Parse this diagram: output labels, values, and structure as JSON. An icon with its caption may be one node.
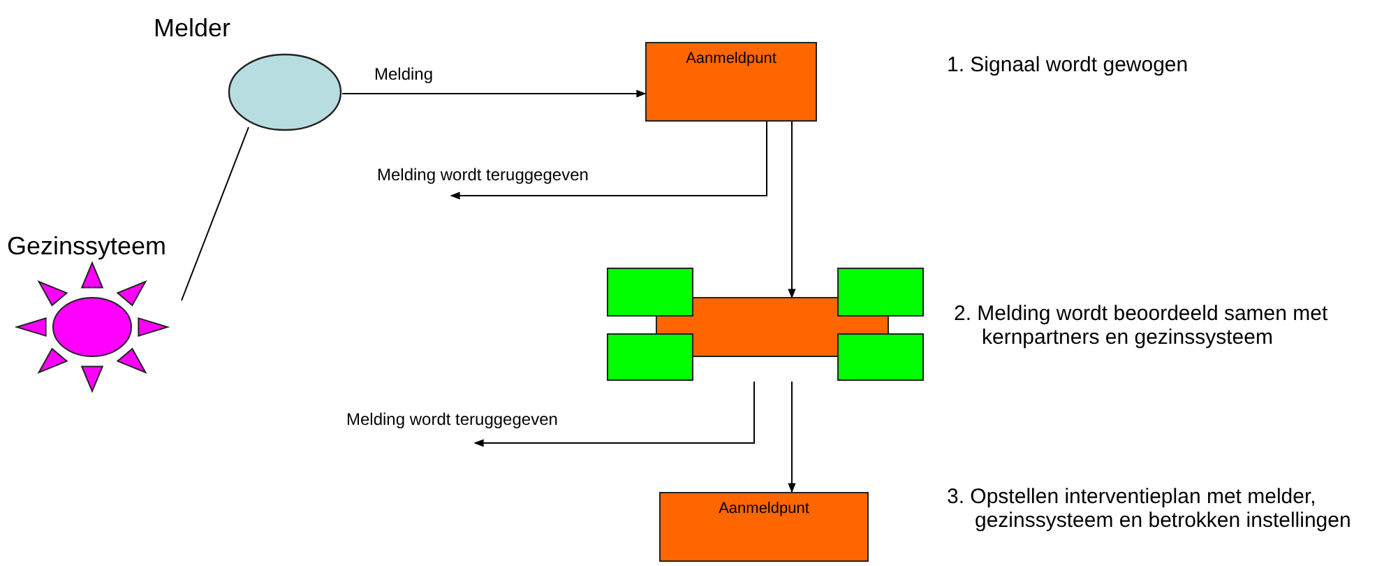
{
  "diagram": {
    "nodes": [
      {
        "text": [
          "Melder"
        ]
      },
      {
        "text": [
          "Aanmeldpunt"
        ]
      },
      {
        "text": [
          "Gezinssyteem"
        ]
      },
      {
        "text": [],
        "shape": "box"
      },
      {
        "text": [
          "Aanmeldpunt"
        ]
      }
    ],
    "edges": [
      {
        "from": 0,
        "to": 1,
        "arrow": "to",
        "label": "Melding"
      },
      {
        "from": 1,
        "to": null,
        "arrow": "to",
        "label": "Melding wordt teruggegeven"
      },
      {
        "from": 1,
        "to": 3,
        "arrow": "to"
      },
      {
        "from": 3,
        "to": null,
        "arrow": "to",
        "label": "Melding wordt teruggegeven"
      },
      {
        "from": 3,
        "to": 4,
        "arrow": "to"
      },
      {
        "from": 0,
        "to": 2,
        "arrow": "none"
      }
    ],
    "labels": [
      "1. Signaal wordt gewogen",
      "2. Melding wordt beoordeeld samen met kernpartners en gezinssysteem",
      "3. Opstellen interventieplan met melder, gezinssysteem en betrokken instellingen"
    ]
  }
}
